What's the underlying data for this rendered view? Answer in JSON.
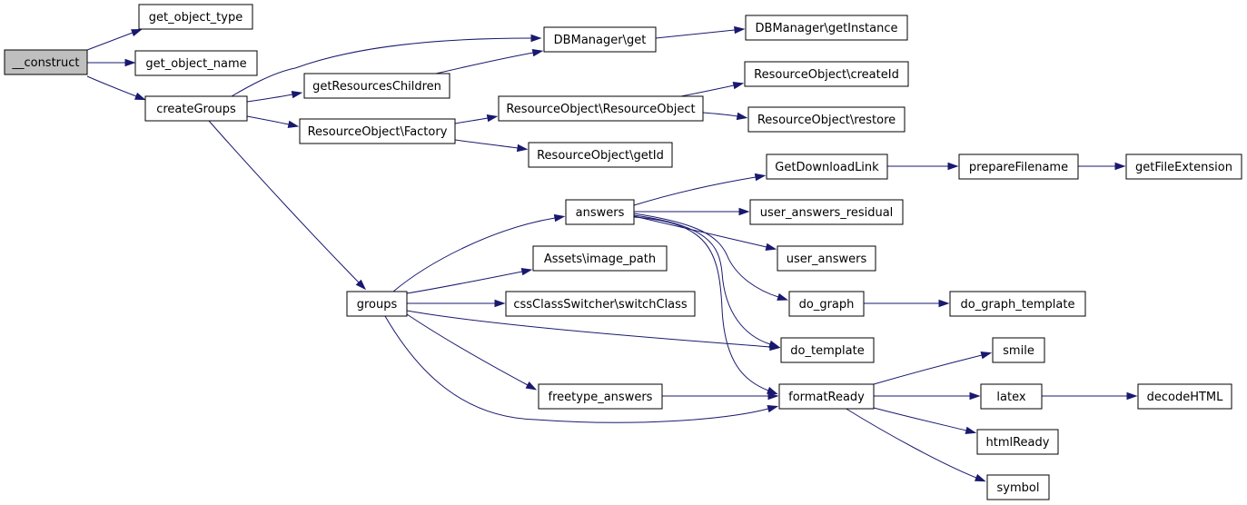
{
  "nodes": [
    {
      "id": "construct",
      "label": "__construct",
      "root": true
    },
    {
      "id": "get_object_type",
      "label": "get_object_type"
    },
    {
      "id": "get_object_name",
      "label": "get_object_name"
    },
    {
      "id": "createGroups",
      "label": "createGroups"
    },
    {
      "id": "dbm_get",
      "label": "DBManager\\get"
    },
    {
      "id": "dbm_getInstance",
      "label": "DBManager\\getInstance"
    },
    {
      "id": "getResourcesChildren",
      "label": "getResourcesChildren"
    },
    {
      "id": "ro_createId",
      "label": "ResourceObject\\createId"
    },
    {
      "id": "ro_ResourceObject",
      "label": "ResourceObject\\ResourceObject"
    },
    {
      "id": "ro_restore",
      "label": "ResourceObject\\restore"
    },
    {
      "id": "ro_Factory",
      "label": "ResourceObject\\Factory"
    },
    {
      "id": "ro_getId",
      "label": "ResourceObject\\getId"
    },
    {
      "id": "GetDownloadLink",
      "label": "GetDownloadLink"
    },
    {
      "id": "prepareFilename",
      "label": "prepareFilename"
    },
    {
      "id": "getFileExtension",
      "label": "getFileExtension"
    },
    {
      "id": "answers",
      "label": "answers"
    },
    {
      "id": "user_answers_residual",
      "label": "user_answers_residual"
    },
    {
      "id": "user_answers",
      "label": "user_answers"
    },
    {
      "id": "assets_image_path",
      "label": "Assets\\image_path"
    },
    {
      "id": "groups",
      "label": "groups"
    },
    {
      "id": "css_switchClass",
      "label": "cssClassSwitcher\\switchClass"
    },
    {
      "id": "do_graph",
      "label": "do_graph"
    },
    {
      "id": "do_graph_template",
      "label": "do_graph_template"
    },
    {
      "id": "do_template",
      "label": "do_template"
    },
    {
      "id": "smile",
      "label": "smile"
    },
    {
      "id": "freetype_answers",
      "label": "freetype_answers"
    },
    {
      "id": "formatReady",
      "label": "formatReady"
    },
    {
      "id": "latex",
      "label": "latex"
    },
    {
      "id": "decodeHTML",
      "label": "decodeHTML"
    },
    {
      "id": "htmlReady",
      "label": "htmlReady"
    },
    {
      "id": "symbol",
      "label": "symbol"
    }
  ],
  "edges": [
    {
      "from": "construct",
      "to": "get_object_type"
    },
    {
      "from": "construct",
      "to": "get_object_name"
    },
    {
      "from": "construct",
      "to": "createGroups"
    },
    {
      "from": "createGroups",
      "to": "dbm_get"
    },
    {
      "from": "createGroups",
      "to": "getResourcesChildren"
    },
    {
      "from": "createGroups",
      "to": "ro_Factory"
    },
    {
      "from": "createGroups",
      "to": "groups"
    },
    {
      "from": "dbm_get",
      "to": "dbm_getInstance"
    },
    {
      "from": "getResourcesChildren",
      "to": "dbm_get"
    },
    {
      "from": "ro_Factory",
      "to": "ro_ResourceObject"
    },
    {
      "from": "ro_Factory",
      "to": "ro_getId"
    },
    {
      "from": "ro_ResourceObject",
      "to": "ro_createId"
    },
    {
      "from": "ro_ResourceObject",
      "to": "ro_restore"
    },
    {
      "from": "groups",
      "to": "answers"
    },
    {
      "from": "groups",
      "to": "assets_image_path"
    },
    {
      "from": "groups",
      "to": "css_switchClass"
    },
    {
      "from": "groups",
      "to": "do_template"
    },
    {
      "from": "groups",
      "to": "freetype_answers"
    },
    {
      "from": "groups",
      "to": "formatReady"
    },
    {
      "from": "answers",
      "to": "GetDownloadLink"
    },
    {
      "from": "answers",
      "to": "user_answers_residual"
    },
    {
      "from": "answers",
      "to": "user_answers"
    },
    {
      "from": "answers",
      "to": "do_graph"
    },
    {
      "from": "answers",
      "to": "do_template"
    },
    {
      "from": "answers",
      "to": "formatReady"
    },
    {
      "from": "GetDownloadLink",
      "to": "prepareFilename"
    },
    {
      "from": "prepareFilename",
      "to": "getFileExtension"
    },
    {
      "from": "do_graph",
      "to": "do_graph_template"
    },
    {
      "from": "freetype_answers",
      "to": "formatReady"
    },
    {
      "from": "formatReady",
      "to": "smile"
    },
    {
      "from": "formatReady",
      "to": "latex"
    },
    {
      "from": "formatReady",
      "to": "htmlReady"
    },
    {
      "from": "formatReady",
      "to": "symbol"
    },
    {
      "from": "latex",
      "to": "decodeHTML"
    }
  ]
}
